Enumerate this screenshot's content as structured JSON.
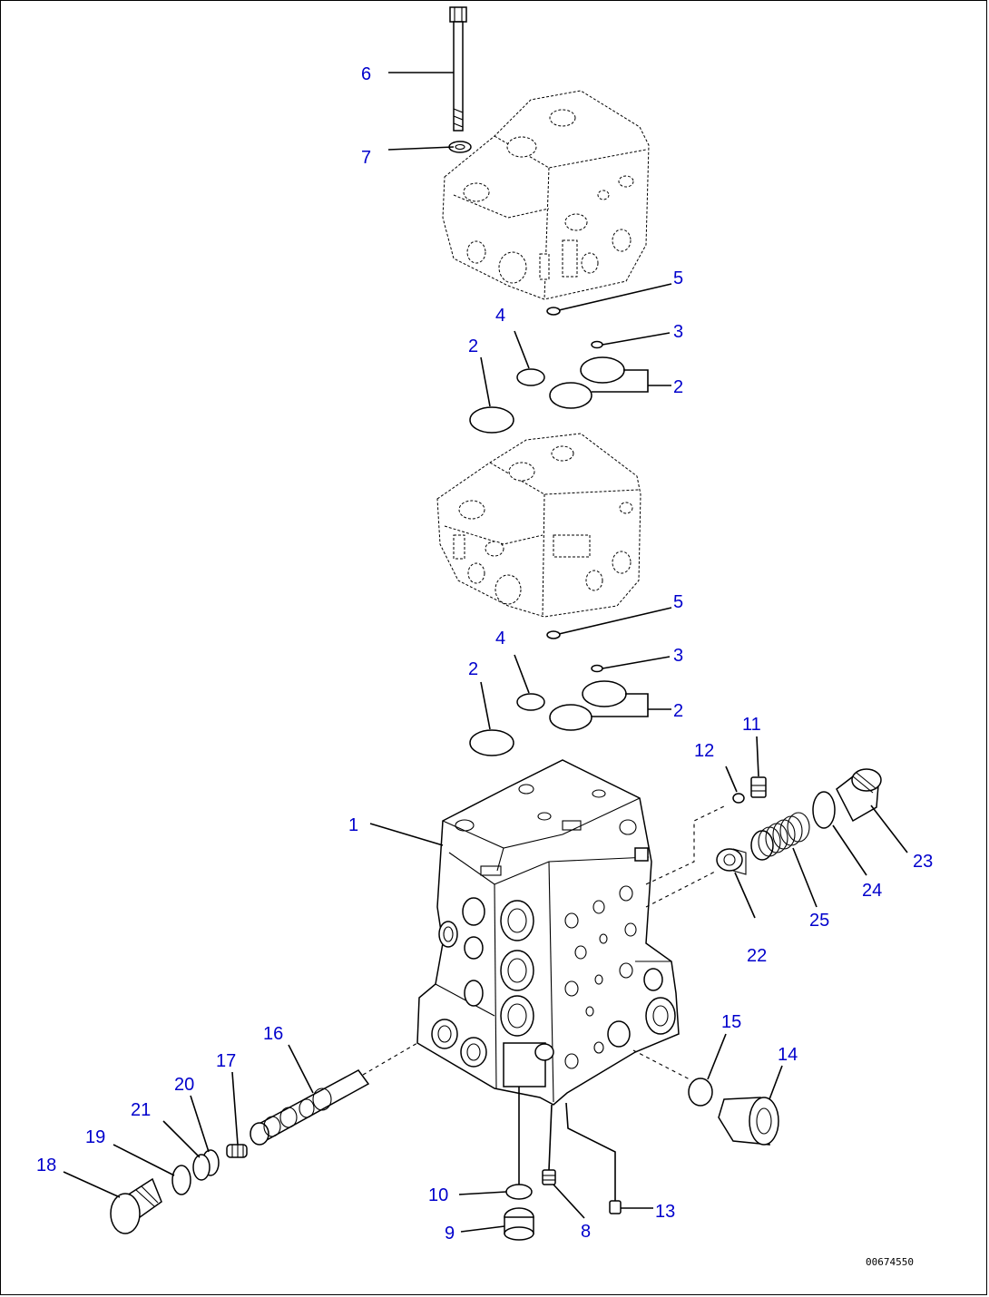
{
  "diagram": {
    "drawing_code": "00674550",
    "callouts": [
      "1",
      "2",
      "3",
      "4",
      "5",
      "6",
      "7",
      "8",
      "9",
      "10",
      "11",
      "12",
      "13",
      "14",
      "15",
      "16",
      "17",
      "18",
      "19",
      "20",
      "21",
      "22",
      "23",
      "24",
      "25"
    ]
  }
}
